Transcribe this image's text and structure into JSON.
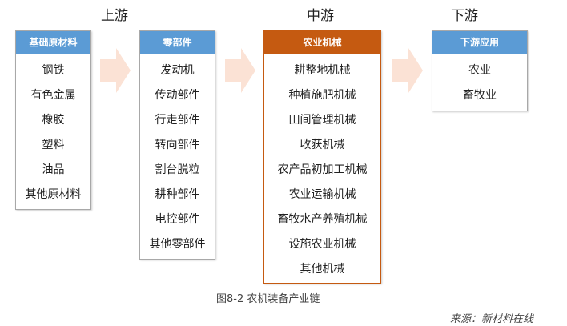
{
  "stages": {
    "upstream": "上游",
    "midstream": "中游",
    "downstream": "下游"
  },
  "boxes": [
    {
      "title": "基础原材料",
      "items": [
        "钢铁",
        "有色金属",
        "橡胶",
        "塑料",
        "油品",
        "其他原材料"
      ]
    },
    {
      "title": "零部件",
      "items": [
        "发动机",
        "传动部件",
        "行走部件",
        "转向部件",
        "割台脱粒",
        "耕种部件",
        "电控部件",
        "其他零部件"
      ]
    },
    {
      "title": "农业机械",
      "items": [
        "耕整地机械",
        "种植施肥机械",
        "田间管理机械",
        "收获机械",
        "农产品初加工机械",
        "农业运输机械",
        "畜牧水产养殖机械",
        "设施农业机械",
        "其他机械"
      ]
    },
    {
      "title": "下游应用",
      "items": [
        "农业",
        "畜牧业"
      ]
    }
  ],
  "caption": "图8-2 农机装备产业链",
  "source": "来源：新材料在线",
  "colors": {
    "blue": "#5b9bd5",
    "orange": "#c55a11",
    "arrow": "#fbe2d5"
  }
}
